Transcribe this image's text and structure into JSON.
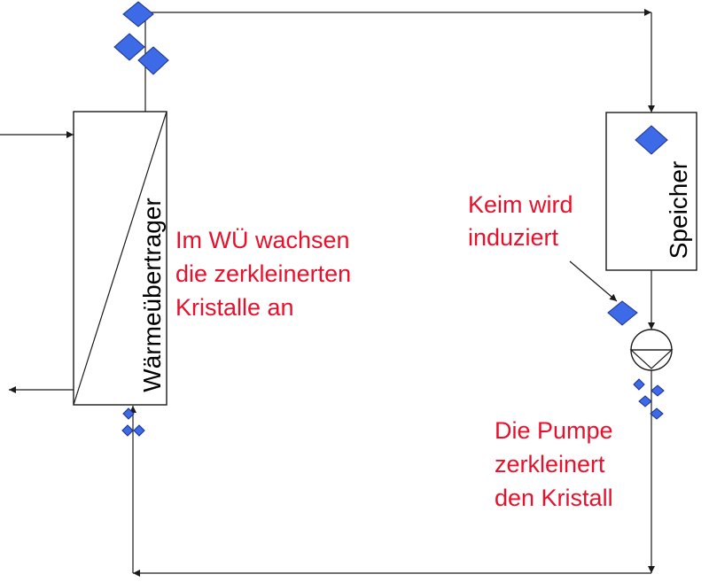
{
  "colors": {
    "crystal": "#3d6be8",
    "annotation": "#e8102a",
    "line": "#1a1a1a"
  },
  "heat_exchanger": {
    "label": "Wärmeübertrager"
  },
  "storage_tank": {
    "label": "Speicher"
  },
  "pump": {
    "icon": "pump-symbol"
  },
  "annotations": {
    "growth": {
      "lines": [
        "Im WÜ wachsen",
        "die zerkleinerten",
        "Kristalle an"
      ]
    },
    "seed": {
      "lines": [
        "Keim wird",
        "induziert"
      ]
    },
    "pump_crush": {
      "lines": [
        "Die Pumpe",
        "zerkleinert",
        "den Kristall"
      ]
    }
  }
}
